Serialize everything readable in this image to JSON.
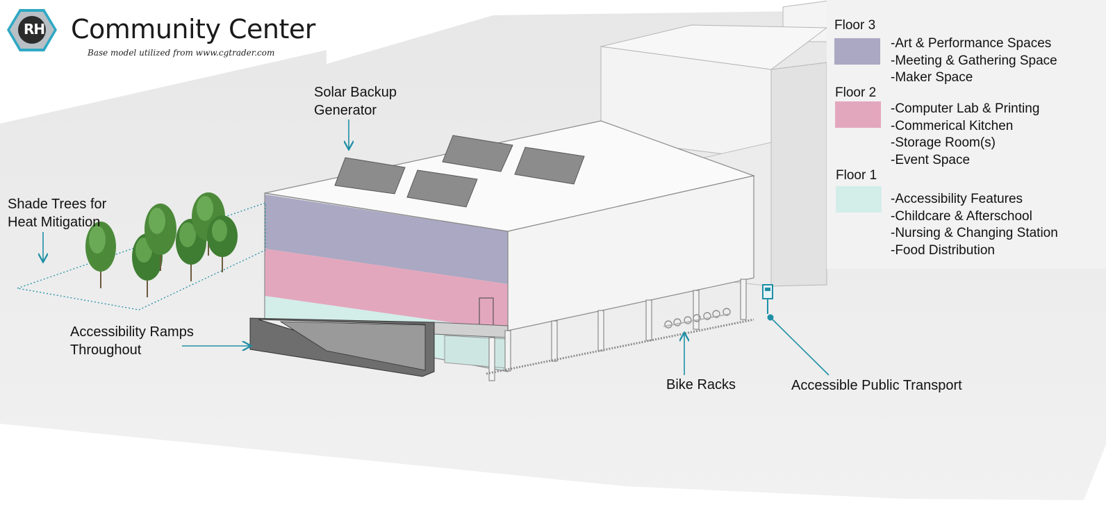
{
  "header": {
    "logo_text": "RH",
    "title": "Community Center",
    "credit": "Base model utilized from www.cgtrader.com"
  },
  "callouts": {
    "solar": [
      "Solar Backup",
      "Generator"
    ],
    "trees": [
      "Shade Trees for",
      "Heat Mitigation"
    ],
    "ramps": [
      "Accessibility Ramps",
      "Throughout"
    ],
    "bike": "Bike Racks",
    "transport": "Accessible Public Transport"
  },
  "legend": {
    "floors": [
      {
        "label": "Floor 3",
        "color": "#aaa8c2",
        "features": [
          "-Art & Performance Spaces",
          "-Meeting & Gathering Space",
          "-Maker Space"
        ]
      },
      {
        "label": "Floor 2",
        "color": "#e3a7bd",
        "features": [
          "-Computer Lab & Printing",
          "-Commerical Kitchen",
          "-Storage Room(s)",
          "-Event Space"
        ]
      },
      {
        "label": "Floor 1",
        "color": "#d3ede9",
        "features": [
          "-Accessibility Features",
          "-Childcare & Afterschool",
          "-Nursing & Changing Station",
          "-Food Distribution"
        ]
      }
    ]
  },
  "colors": {
    "accent": "#1f8fa6",
    "floor3": "#aaa8c2",
    "floor2": "#e3a7bd",
    "floor1": "#d3ede9",
    "solar_panel": "#8c8c8c",
    "tree": "#4c8a3a",
    "ground": "#eeeeee"
  }
}
